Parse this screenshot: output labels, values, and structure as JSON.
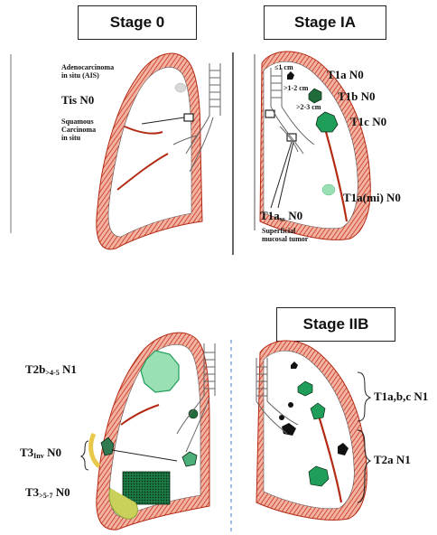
{
  "stages": {
    "stage0": "Stage 0",
    "stageIA": "Stage IA",
    "stageIIB": "Stage IIB"
  },
  "stage0_labels": {
    "adeno_line1": "Adenocarcinoma",
    "adeno_line2": "in situ (AIS)",
    "tis": "Tis N0",
    "squam_line1": "Squamous",
    "squam_line2": "Carcinoma",
    "squam_line3": "in situ"
  },
  "stageIA_labels": {
    "size1": "≤1 cm",
    "size2": ">1-2 cm",
    "size3": ">2-3 cm",
    "t1a": "T1a N0",
    "t1b": "T1b N0",
    "t1c": "T1c N0",
    "t1ami": "T1a(mi) N0",
    "t1ass_main": "T1a",
    "t1ass_sub": "ss",
    "t1ass_n": " N0",
    "superficial_line1": "Superficial",
    "superficial_line2": "mucosal tumor"
  },
  "stageII_left_labels": {
    "t2b_main": "T2b",
    "t2b_sub": ">4-5",
    "t2b_n": " N1",
    "t3inv_main": "T3",
    "t3inv_sub": "Inv",
    "t3inv_n": " N0",
    "t3size_main": "T3",
    "t3size_sub": ">5-7",
    "t3size_n": " N0"
  },
  "stageIIB_labels": {
    "t1abc": "T1a,b,c N1",
    "t2a": "T2a N1"
  },
  "colors": {
    "pleura": "#d9442b",
    "tumor": "#1f9e5a",
    "tumor_light": "#9be0b4",
    "yellow": "#e8c84a",
    "bronchus": "#666666"
  }
}
